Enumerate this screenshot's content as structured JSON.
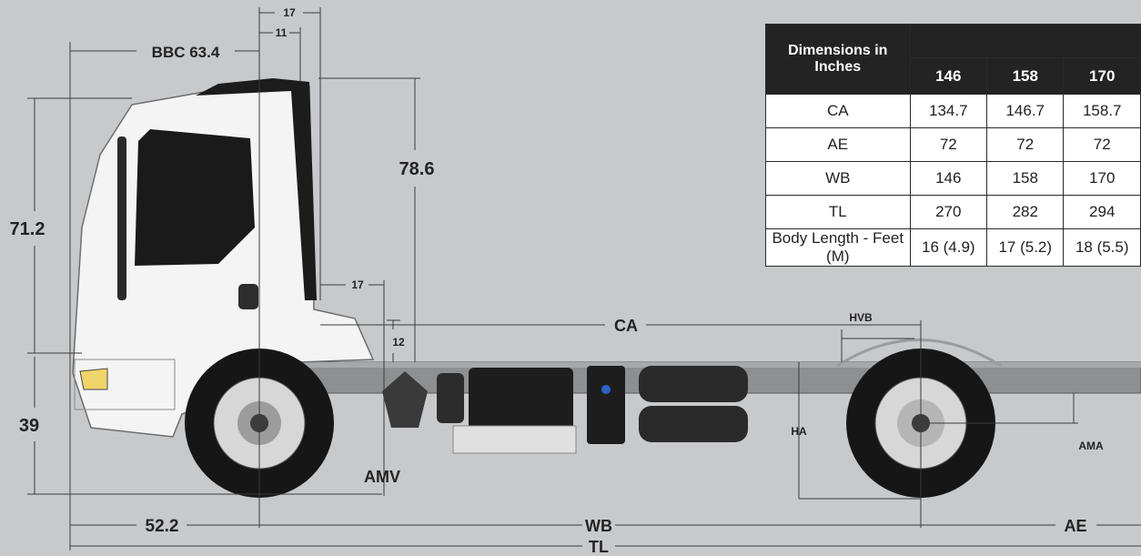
{
  "spec_table": {
    "corner_header": "Dimensions in Inches",
    "group_header": "",
    "columns": [
      "146",
      "158",
      "170"
    ],
    "rows": [
      {
        "label": "CA",
        "values": [
          "134.7",
          "146.7",
          "158.7"
        ]
      },
      {
        "label": "AE",
        "values": [
          "72",
          "72",
          "72"
        ]
      },
      {
        "label": "WB",
        "values": [
          "146",
          "158",
          "170"
        ]
      },
      {
        "label": "TL",
        "values": [
          "270",
          "282",
          "294"
        ]
      },
      {
        "label": "Body Length - Feet (M)",
        "values": [
          "16 (4.9)",
          "17 (5.2)",
          "18 (5.5)"
        ]
      }
    ]
  },
  "dimensions": {
    "bbc": "BBC 63.4",
    "top_17": "17",
    "top_11": "11",
    "height_71": "71.2",
    "height_78": "78.6",
    "height_39": "39",
    "mid_17": "17",
    "mid_12": "12",
    "front_52": "52.2",
    "ca": "CA",
    "wb": "WB",
    "tl": "TL",
    "ae": "AE",
    "amv": "AMV",
    "hvb": "HVB",
    "ha": "HA",
    "ama": "AMA"
  },
  "colors": {
    "background": "#c8c9cb",
    "cab": "#f4f4f4",
    "frame": "#8e8f90",
    "tire": "#161616",
    "table_header": "#232323"
  }
}
